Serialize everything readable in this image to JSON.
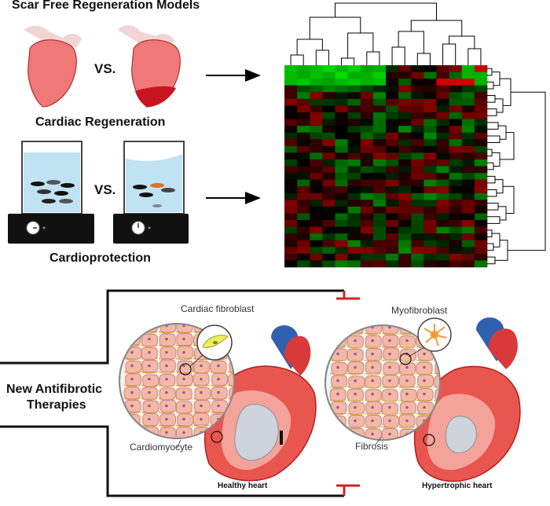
{
  "top": {
    "title": "Scar Free Regeneration Models",
    "vs_label": "VS.",
    "cardiac_regeneration": "Cardiac Regeneration",
    "cardioprotection": "Cardioprotection"
  },
  "bottom": {
    "therapies_line1": "New Antifibrotic",
    "therapies_line2": "Therapies",
    "cardiac_fibroblast": "Cardiac fibroblast",
    "cardiomyocyte": "Cardiomyocyte",
    "healthy_heart": "Healthy heart",
    "myofibroblast": "Myofibroblast",
    "fibrosis": "Fibrosis",
    "hypertrophic_heart": "Hypertrophic heart"
  },
  "heatmap": {
    "rows": 30,
    "cols": 16,
    "colors": {
      "positive": "#00e000",
      "negative": "#e00000",
      "neutral": "#000000"
    }
  },
  "colors": {
    "heart_fill": "#f07878",
    "heart_scar": "#c8141e",
    "tank_water": "#bfe3f3",
    "base_black": "#111111",
    "inhibitor_red": "#d42020",
    "cell_pink": "#f4b8a8",
    "fibroblast_yellow": "#e8f060",
    "myofibroblast_orange": "#f59a3a"
  }
}
